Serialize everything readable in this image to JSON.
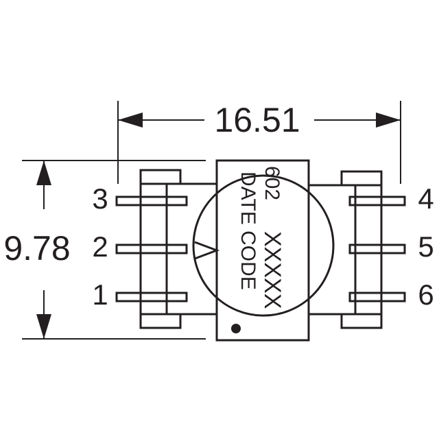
{
  "dimensions": {
    "width": "16.51",
    "height": "9.78"
  },
  "pins": {
    "left": [
      "3",
      "2",
      "1"
    ],
    "right": [
      "4",
      "5",
      "6"
    ]
  },
  "markings": {
    "part_number": "602",
    "code": "XXXXX",
    "date_code": "DATE CODE"
  },
  "colors": {
    "line": "#231f20",
    "background": "#ffffff"
  }
}
